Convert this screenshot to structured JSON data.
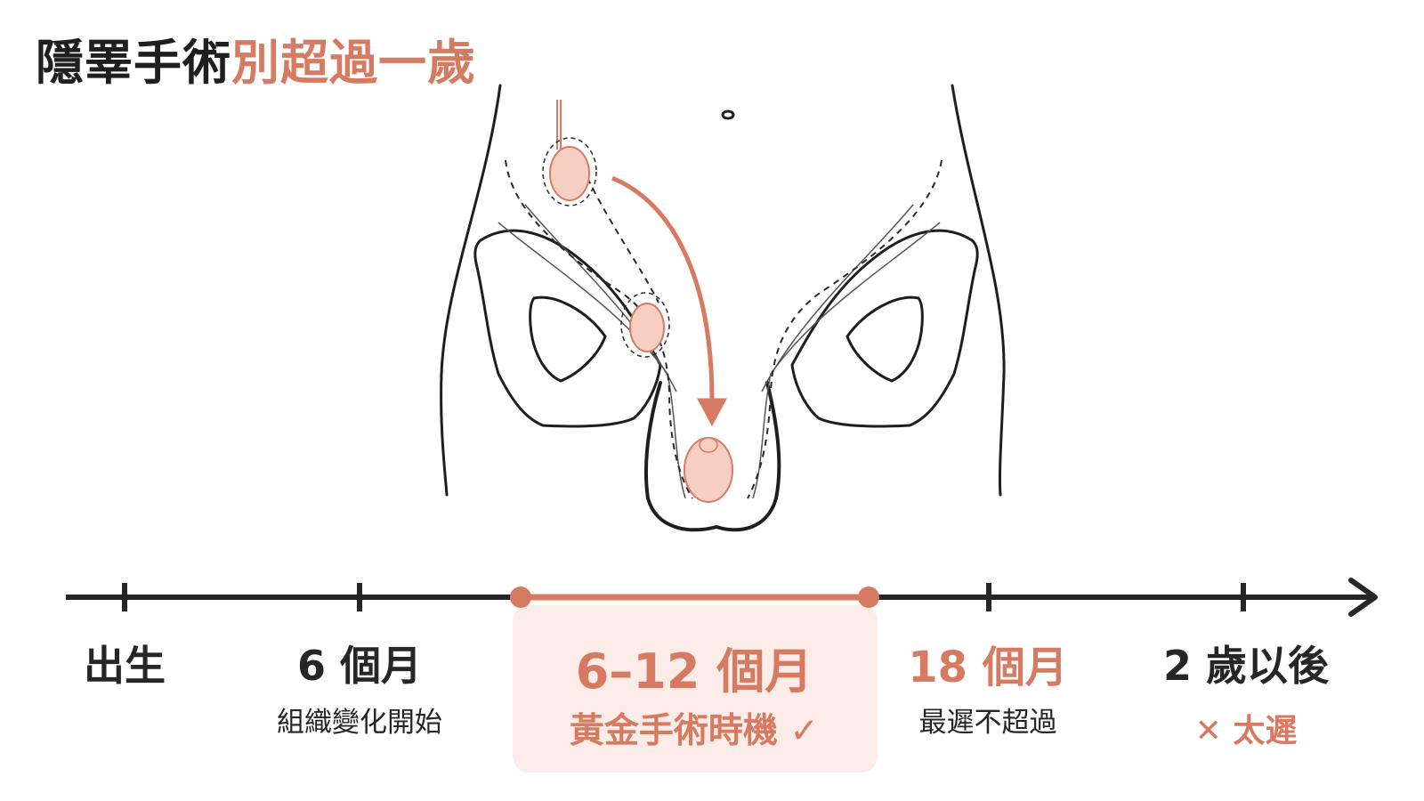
{
  "title": {
    "dark": "隱睪手術",
    "accent": "別超過一歲"
  },
  "timeline": {
    "birth": {
      "label": "出生"
    },
    "six_months": {
      "label": "6 個月",
      "note": "組織變化開始"
    },
    "golden": {
      "label": "6–12 個月",
      "note": "黃金手術時機 ✓"
    },
    "eighteen_months": {
      "label": "18 個月",
      "note": "最遲不超過"
    },
    "two_years": {
      "label": "2 歲以後",
      "note": "✕ 太遲"
    }
  },
  "colors": {
    "accent": "#d77a62",
    "ink": "#262626",
    "highlight": "#fcece7"
  }
}
